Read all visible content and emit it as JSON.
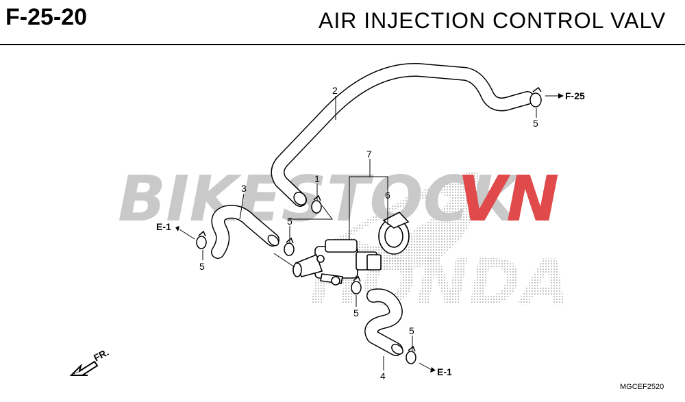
{
  "header": {
    "code": "F-25-20",
    "title": "AIR INJECTION CONTROL VALV"
  },
  "watermark": {
    "part1": "BIKESTOCK",
    "part2": "VN",
    "brand": "HONDA"
  },
  "colors": {
    "watermark_gray": "#c9c9c9",
    "watermark_red": "#e04a4a",
    "line": "#000000"
  },
  "callouts": {
    "n1": "1",
    "n2": "2",
    "n3": "3",
    "n4": "4",
    "n5a": "5",
    "n5b": "5",
    "n5c": "5",
    "n5d": "5",
    "n5e": "5",
    "n6": "6",
    "n7": "7"
  },
  "references": {
    "f25": "F-25",
    "e1_left": "E-1",
    "e1_bottom": "E-1"
  },
  "direction": {
    "label": "FR."
  },
  "diagram_code": "MGCEF2520"
}
